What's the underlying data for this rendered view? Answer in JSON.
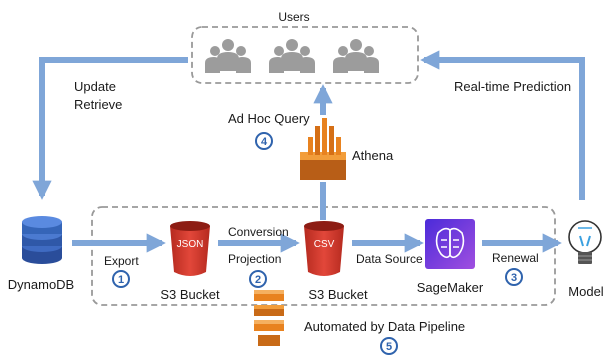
{
  "users": {
    "label": "Users"
  },
  "update": {
    "line1": "Update",
    "line2": "Retrieve"
  },
  "realtime": {
    "label": "Real-time Prediction"
  },
  "adhoc": {
    "label": "Ad Hoc Query",
    "step": "4"
  },
  "athena": {
    "label": "Athena"
  },
  "dynamodb": {
    "label": "DynamoDB"
  },
  "export": {
    "label": "Export",
    "step": "1"
  },
  "s3_json": {
    "badge": "JSON",
    "label": "S3 Bucket"
  },
  "conversion": {
    "line1": "Conversion",
    "line2": "Projection",
    "step": "2"
  },
  "s3_csv": {
    "badge": "CSV",
    "label": "S3 Bucket"
  },
  "datasource": {
    "label": "Data Source"
  },
  "sagemaker": {
    "label": "SageMaker"
  },
  "renewal": {
    "label": "Renewal",
    "step": "3"
  },
  "model": {
    "label": "Model"
  },
  "pipeline": {
    "label": "Automated by Data Pipeline",
    "step": "5"
  },
  "colors": {
    "arrow": "#7fa6d8",
    "bucket": "#dc3b2c",
    "athena": "#e8821f",
    "sagemaker": "#6a3fd1",
    "dynamo": "#2a4d9a",
    "step_circle": "#2f63ad"
  }
}
